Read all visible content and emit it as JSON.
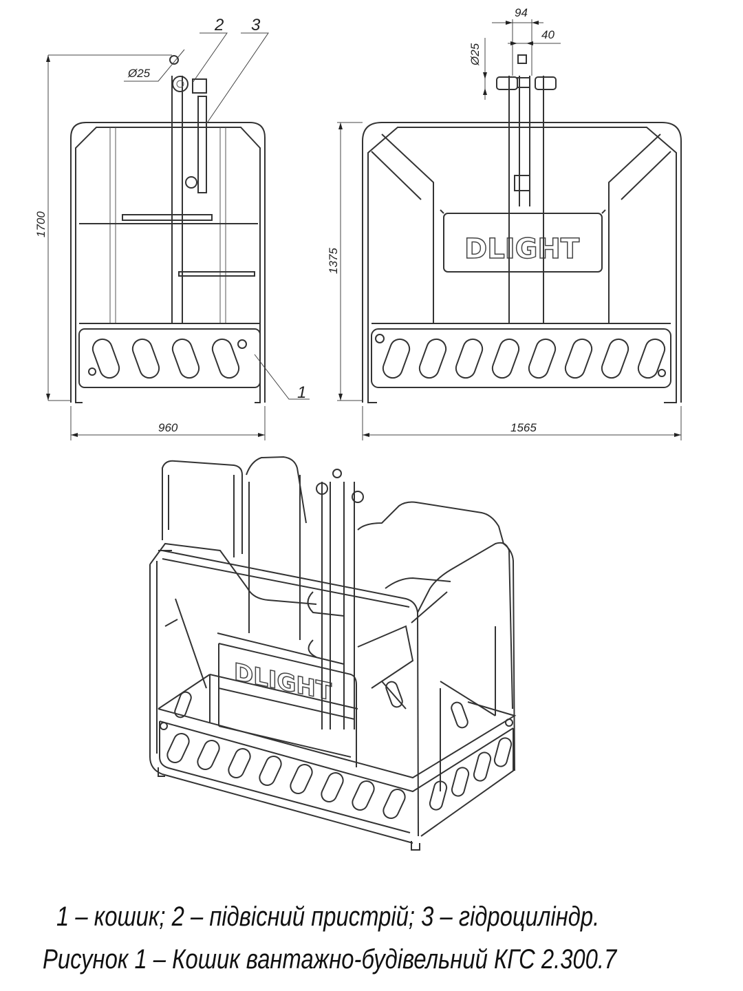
{
  "front_view": {
    "dim_height": "1700",
    "dim_width": "960",
    "dim_pin": "Ø25",
    "callout_1": "1",
    "callout_2": "2",
    "callout_3": "3"
  },
  "side_view": {
    "dim_height": "1375",
    "dim_width": "1565",
    "dim_94": "94",
    "dim_40": "40",
    "dim_pin": "Ø25",
    "logo": "DLIGHT"
  },
  "iso_view": {
    "logo": "DLIGHT"
  },
  "caption": {
    "legend": "1 – кошик; 2 – підвісний пристрій; 3 – гідроциліндр.",
    "title": "Рисунок 1 – Кошик вантажно-будівельний КГС 2.300.7"
  }
}
